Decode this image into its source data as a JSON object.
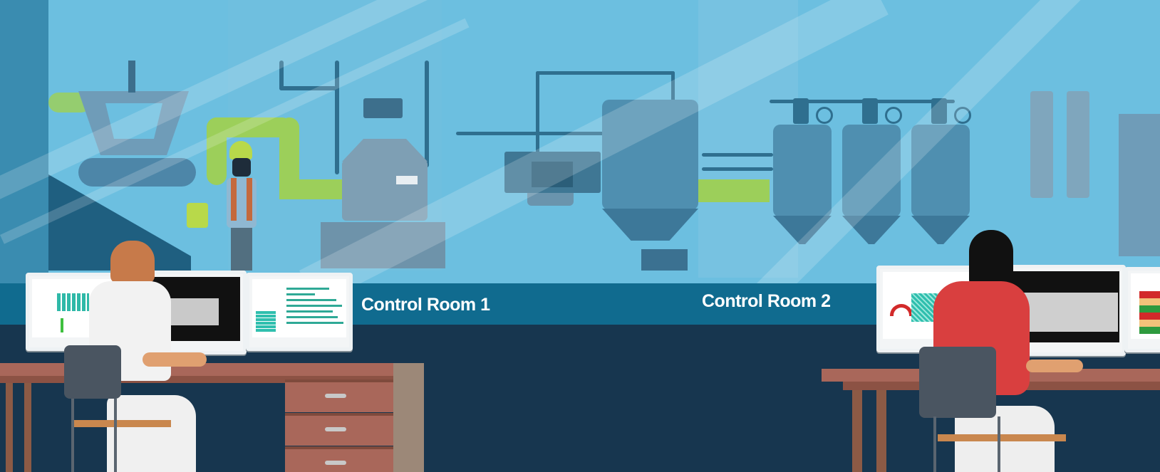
{
  "scene": {
    "description": "Flat illustration of an industrial process plant viewed through control room windows, with two operators at desks monitoring dashboards",
    "labels": {
      "room1": "Control Room 1",
      "room2": "Control Room 2"
    },
    "colors": {
      "wall": "#6cbfe0",
      "band": "#106b8f",
      "floor": "#17364f",
      "equipment": "#4f8fb0",
      "pipe": "#2f6f8f",
      "green_pipe": "#9ccf5a",
      "desk": "#a9675a",
      "operator1_shirt": "#f2f2f2",
      "operator2_shirt": "#d93f3f"
    },
    "plant_equipment": [
      "hopper-conveyor",
      "field-worker",
      "reactor-with-controller",
      "control-panel",
      "large-silo",
      "tank-1",
      "tank-2",
      "tank-3",
      "filter-column-1",
      "filter-column-2"
    ],
    "workstations": [
      {
        "operator": "operator-1",
        "monitors": [
          "bar-dashboard",
          "process-diagram",
          "horizontal-bar-dashboard"
        ]
      },
      {
        "operator": "operator-2",
        "monitors": [
          "gauge-dashboard",
          "process-diagram",
          "heatmap-dashboard"
        ]
      }
    ]
  }
}
